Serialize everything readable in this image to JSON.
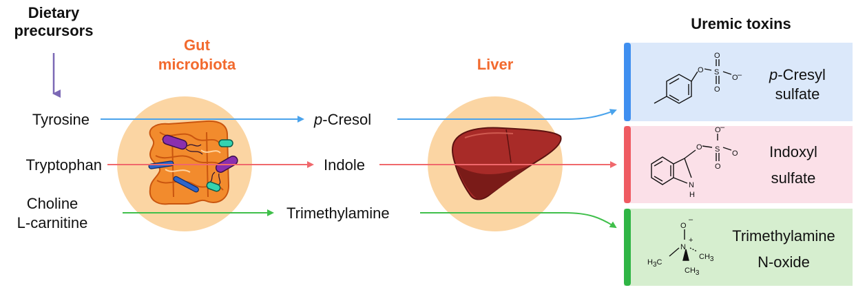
{
  "headings": {
    "dietary_line1": "Dietary",
    "dietary_line2": "precursors",
    "gut_line1": "Gut",
    "gut_line2": "microbiota",
    "liver": "Liver",
    "uremic": "Uremic toxins"
  },
  "precursors": {
    "tyrosine": "Tyrosine",
    "tryptophan": "Tryptophan",
    "choline": "Choline",
    "carnitine": "L-carnitine"
  },
  "intermediates": {
    "pcresol_italic": "p",
    "pcresol_rest": "-Cresol",
    "indole": "Indole",
    "tma": "Trimethylamine"
  },
  "toxins": {
    "pcs_italic": "p",
    "pcs_line1_rest": "-Cresyl",
    "pcs_line2": "sulfate",
    "is_line1": "Indoxyl",
    "is_line2": "sulfate",
    "tmao_line1": "Trimethylamine",
    "tmao_line2": "N-oxide"
  },
  "chem_labels": {
    "O": "O",
    "S": "S",
    "N": "N",
    "H": "H",
    "minus": "–",
    "plus": "+",
    "ch3": "CH",
    "three": "3",
    "h3": "H",
    "h3c_c": "C"
  },
  "colors": {
    "blue": "#4aa3ec",
    "red": "#f0686c",
    "green": "#3fbf4a",
    "purple": "#7b68b5",
    "orange": "#f26a2e",
    "circle_fill": "#fbd5a3",
    "box_blue": "#dbe8fa",
    "box_pink": "#fbe0e8",
    "box_green": "#d6eecf",
    "tab_blue": "#3f8ff0",
    "tab_red": "#ef5b62",
    "tab_green": "#2fb545"
  }
}
